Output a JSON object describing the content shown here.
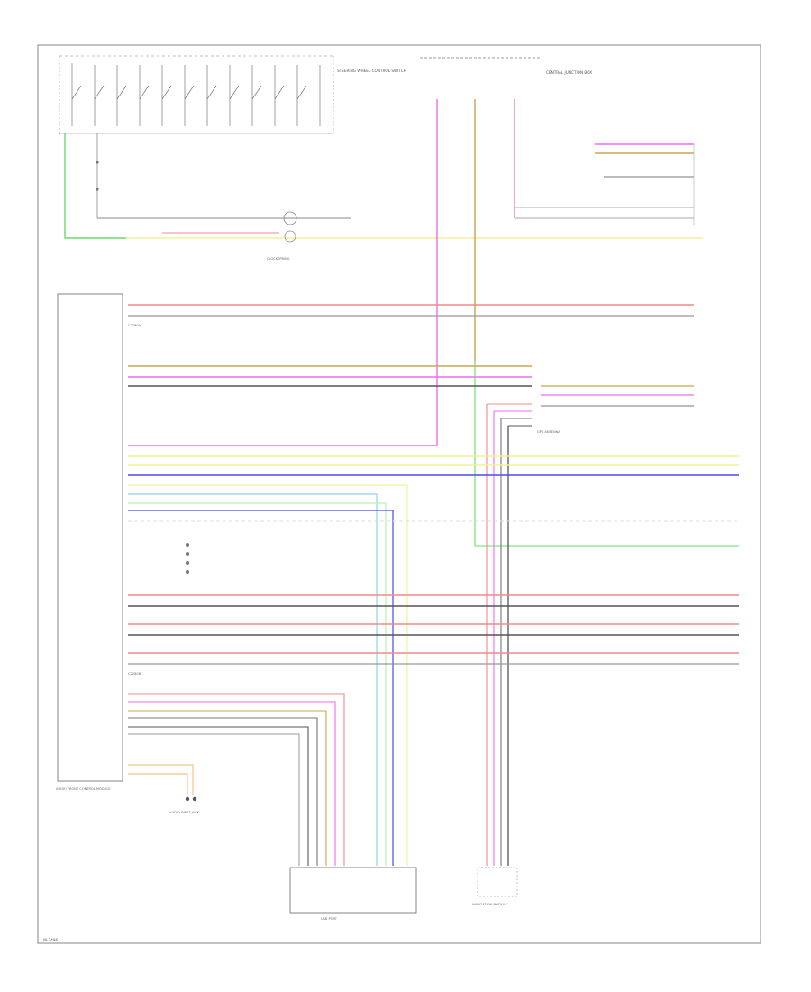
{
  "diagram": {
    "page_code": "W-3496",
    "colors": {
      "red": "#f08a8a",
      "pink": "#f06cf0",
      "tan": "#c8a84b",
      "yellow": "#f2f09a",
      "blue": "#4b4bf0",
      "green": "#66dd66",
      "lightblue": "#8fd0f0",
      "gray": "#777777",
      "black": "#555555",
      "orange": "#f5c08a",
      "lightgreen": "#b8f0b8",
      "frame": "#999999"
    },
    "labels": {
      "steering_switch_module": "STEERING WHEEL CONTROL SWITCH",
      "audio_module": "AUDIO FRONT CONTROL MODULE",
      "clockspring": "CLOCKSPRING",
      "usb_port": "USB PORT",
      "aux_jack": "AUDIO INPUT JACK",
      "gps_antenna": "GPS ANTENNA",
      "nav_module": "NAVIGATION MODULE",
      "fuse_top": "CENTRAL JUNCTION BOX",
      "connector_c1": "C2280A",
      "connector_c2": "C2280B"
    }
  }
}
